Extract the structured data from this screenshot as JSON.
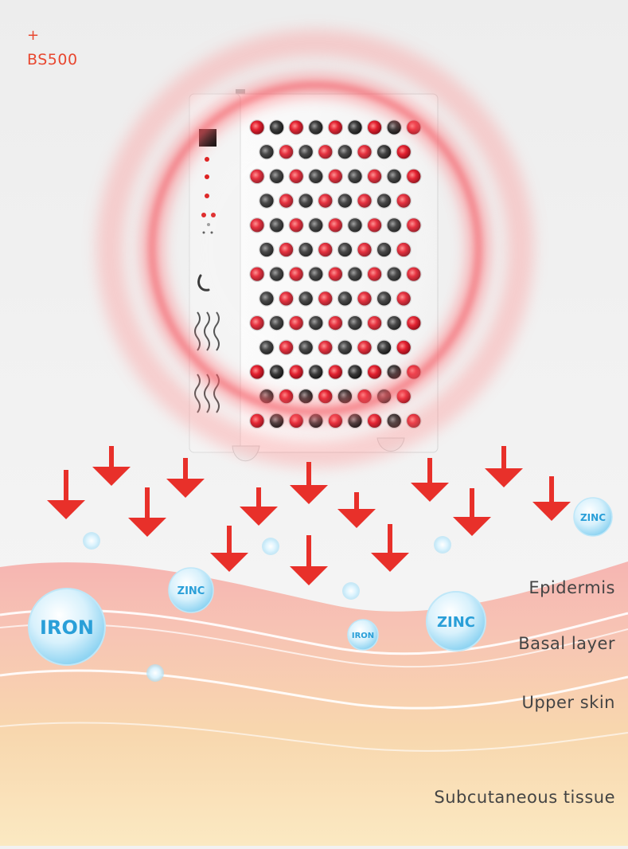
{
  "brand": {
    "plus": "+",
    "model": "BS500"
  },
  "device": {
    "name": "red-light-therapy-panel"
  },
  "minerals": {
    "iron_large": "IRON",
    "iron_small": "IRON",
    "zinc_a": "ZINC",
    "zinc_b": "ZINC",
    "zinc_c": "ZINC"
  },
  "layers": {
    "epidermis": "Epidermis",
    "basal": "Basal layer",
    "upper": "Upper skin",
    "subcutaneous": "Subcutaneous tissue"
  },
  "colors": {
    "brand": "#e8472f",
    "arrow": "#e8302a",
    "mineral": "#2a9fd8",
    "led_red": "#e0202f",
    "led_gray": "#3a3a3a"
  }
}
